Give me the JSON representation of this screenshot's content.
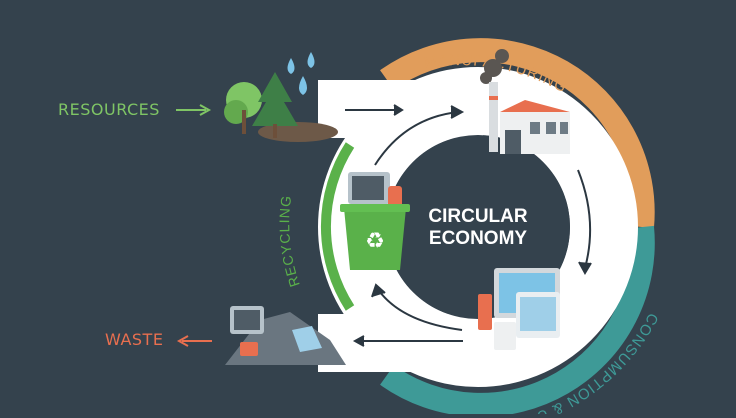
{
  "center": {
    "line1": "CIRCULAR",
    "line2": "ECONOMY"
  },
  "stages": {
    "manufacturing": "MANUFACTURING",
    "consumption": "CONSUMPTION & USE",
    "recycling": "RECYCLING"
  },
  "inputs": {
    "resources": "RESOURCES",
    "waste": "WASTE"
  },
  "colors": {
    "background": "#34424d",
    "band": "#ffffff",
    "manufacturing": "#e19d5b",
    "consumption": "#3e9a97",
    "recycling": "#5ab14a",
    "resources": "#7fc565",
    "waste": "#e86f4f",
    "arrow": "#2b3741"
  },
  "icons": [
    "tree-icon",
    "water-drops-icon",
    "factory-icon",
    "smoke-icon",
    "devices-icon",
    "recycle-bin-icon",
    "waste-pile-icon"
  ]
}
